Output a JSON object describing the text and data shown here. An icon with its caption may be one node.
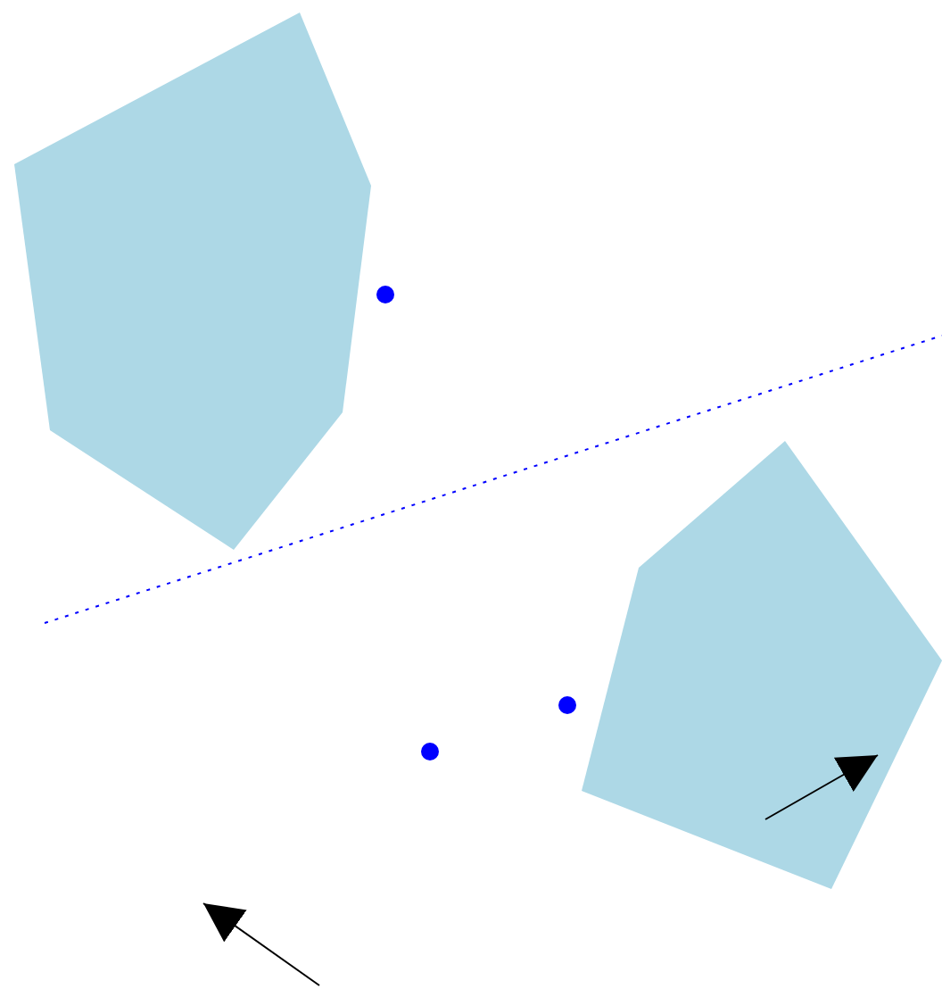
{
  "diagram": {
    "nodes": [
      {
        "text": [],
        "shape": "polygon"
      },
      {
        "text": [],
        "shape": "circle"
      },
      {
        "text": [],
        "shape": "polygon"
      },
      {
        "text": [],
        "shape": "circle"
      },
      {
        "text": [],
        "shape": "circle"
      }
    ]
  }
}
